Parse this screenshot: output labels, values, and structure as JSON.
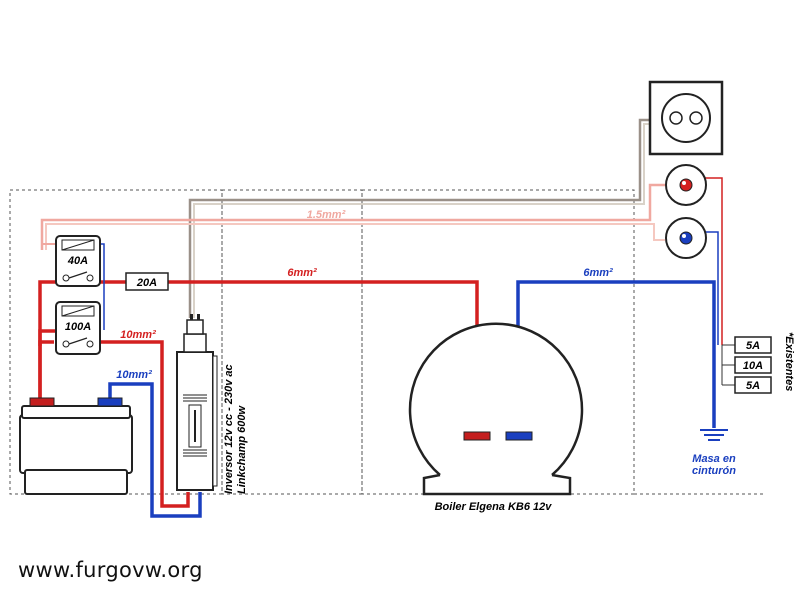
{
  "labels": {
    "wire_1_5": "1.5mm²",
    "wire_6_red": "6mm²",
    "wire_6_blue": "6mm²",
    "wire_10_red": "10mm²",
    "wire_10_blue": "10mm²",
    "fuse_40": "40A",
    "fuse_100": "100A",
    "fuse_20": "20A",
    "inverter_line1": "Inversor 12v cc - 230v ac",
    "inverter_line2": "Linkchamp 600w",
    "boiler": "Boiler Elgena KB6 12v",
    "ground_line1": "Masa en",
    "ground_line2": "cinturón",
    "existing_fuse_1": "5A",
    "existing_fuse_2": "10A",
    "existing_fuse_3": "5A",
    "existing_note": "*Existentes"
  },
  "watermark": "www.furgovw.org",
  "colors": {
    "positive": "#d42020",
    "negative": "#1a3fbf",
    "ac_wire": "#b0a89a",
    "ac_wire_pink": "#f0b0a8",
    "outline": "#222222",
    "dashed": "#555555"
  }
}
